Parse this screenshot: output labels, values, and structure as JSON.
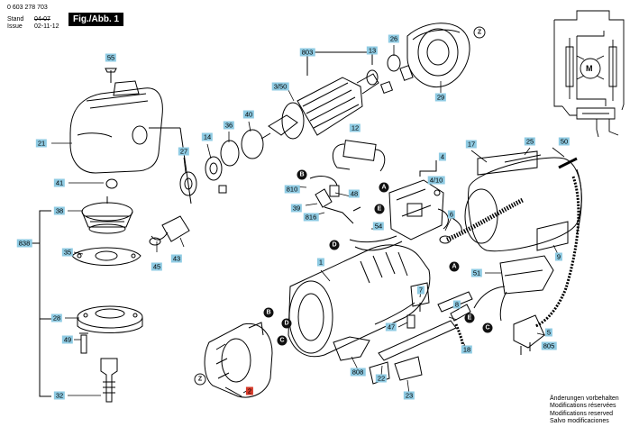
{
  "header": {
    "part_number": "0 603 278 703",
    "stand_label": "Stand",
    "issue_label": "Issue",
    "date_struck": "04-07",
    "date": "02-11-12",
    "figure_label": "Fig./Abb. 1"
  },
  "callouts": [
    {
      "id": "55",
      "key": "55"
    },
    {
      "id": "21",
      "key": "21"
    },
    {
      "id": "41",
      "key": "41"
    },
    {
      "id": "38",
      "key": "38"
    },
    {
      "id": "838",
      "key": "838"
    },
    {
      "id": "35",
      "key": "35"
    },
    {
      "id": "45",
      "key": "45"
    },
    {
      "id": "43",
      "key": "43"
    },
    {
      "id": "28",
      "key": "28"
    },
    {
      "id": "49",
      "key": "49"
    },
    {
      "id": "32",
      "key": "32"
    },
    {
      "id": "27",
      "key": "27"
    },
    {
      "id": "14",
      "key": "14"
    },
    {
      "id": "36",
      "key": "36"
    },
    {
      "id": "40",
      "key": "40"
    },
    {
      "id": "803",
      "key": "803"
    },
    {
      "id": "3/50",
      "key": "3-50"
    },
    {
      "id": "13",
      "key": "13"
    },
    {
      "id": "26",
      "key": "26"
    },
    {
      "id": "29",
      "key": "29"
    },
    {
      "id": "12",
      "key": "12"
    },
    {
      "id": "810",
      "key": "810"
    },
    {
      "id": "39",
      "key": "39"
    },
    {
      "id": "816",
      "key": "816"
    },
    {
      "id": "48",
      "key": "48"
    },
    {
      "id": "54",
      "key": "54"
    },
    {
      "id": "4",
      "key": "4"
    },
    {
      "id": "4/10",
      "key": "4-10"
    },
    {
      "id": "6",
      "key": "6"
    },
    {
      "id": "17",
      "key": "17"
    },
    {
      "id": "25",
      "key": "25"
    },
    {
      "id": "50",
      "key": "50"
    },
    {
      "id": "9",
      "key": "9"
    },
    {
      "id": "51",
      "key": "51"
    },
    {
      "id": "1",
      "key": "1"
    },
    {
      "id": "7",
      "key": "7"
    },
    {
      "id": "47",
      "key": "47"
    },
    {
      "id": "8",
      "key": "8"
    },
    {
      "id": "18",
      "key": "18"
    },
    {
      "id": "5",
      "key": "5"
    },
    {
      "id": "805",
      "key": "805"
    },
    {
      "id": "808",
      "key": "808"
    },
    {
      "id": "22",
      "key": "22"
    },
    {
      "id": "23",
      "key": "23"
    },
    {
      "id": "2",
      "key": "2",
      "highlight": true
    }
  ],
  "connector_markers": [
    "A",
    "B",
    "C",
    "D",
    "E",
    "Z"
  ],
  "schematic": {
    "motor_label": "M"
  },
  "notes": [
    "Änderungen vorbehalten",
    "Modifications réservées",
    "Modifications reserved",
    "Salvo modificaciones"
  ],
  "colors": {
    "callout_fill": "#8fcbe3",
    "highlight_fill": "#d63a2a",
    "line": "#000000"
  }
}
